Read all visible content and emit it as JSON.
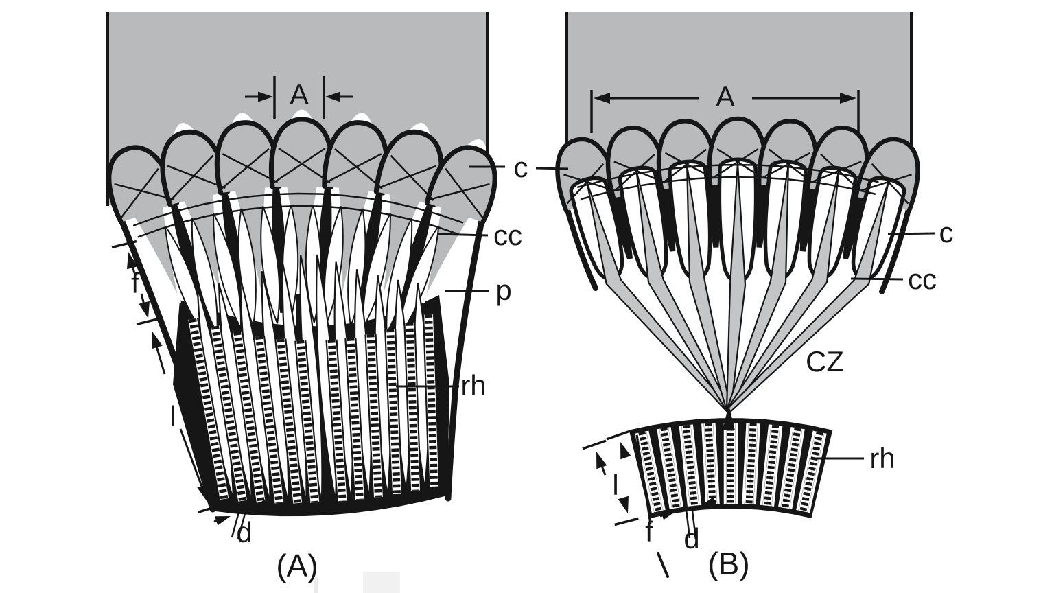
{
  "diagram": {
    "panel_a": {
      "caption": "(A)",
      "aperture_label": "A",
      "labels": {
        "cornea": "c",
        "crystalline_cone": "cc",
        "pigment_cells": "p",
        "rhabdom": "rh",
        "cone_zone_length": "f",
        "rhabdom_length": "l",
        "rhabdom_diameter": "d"
      }
    },
    "panel_b": {
      "caption": "(B)",
      "aperture_label": "A",
      "labels": {
        "cornea": "c",
        "crystalline_cone": "cc",
        "clear_zone": "CZ",
        "rhabdom": "rh",
        "retina_line": "f",
        "rhabdom_length": "l",
        "rhabdom_diameter": "d"
      }
    },
    "colors": {
      "tissue_gray": "#b8babc",
      "beam_gray": "#c3c5c7",
      "ink": "#161616",
      "background": "#ffffff"
    }
  }
}
